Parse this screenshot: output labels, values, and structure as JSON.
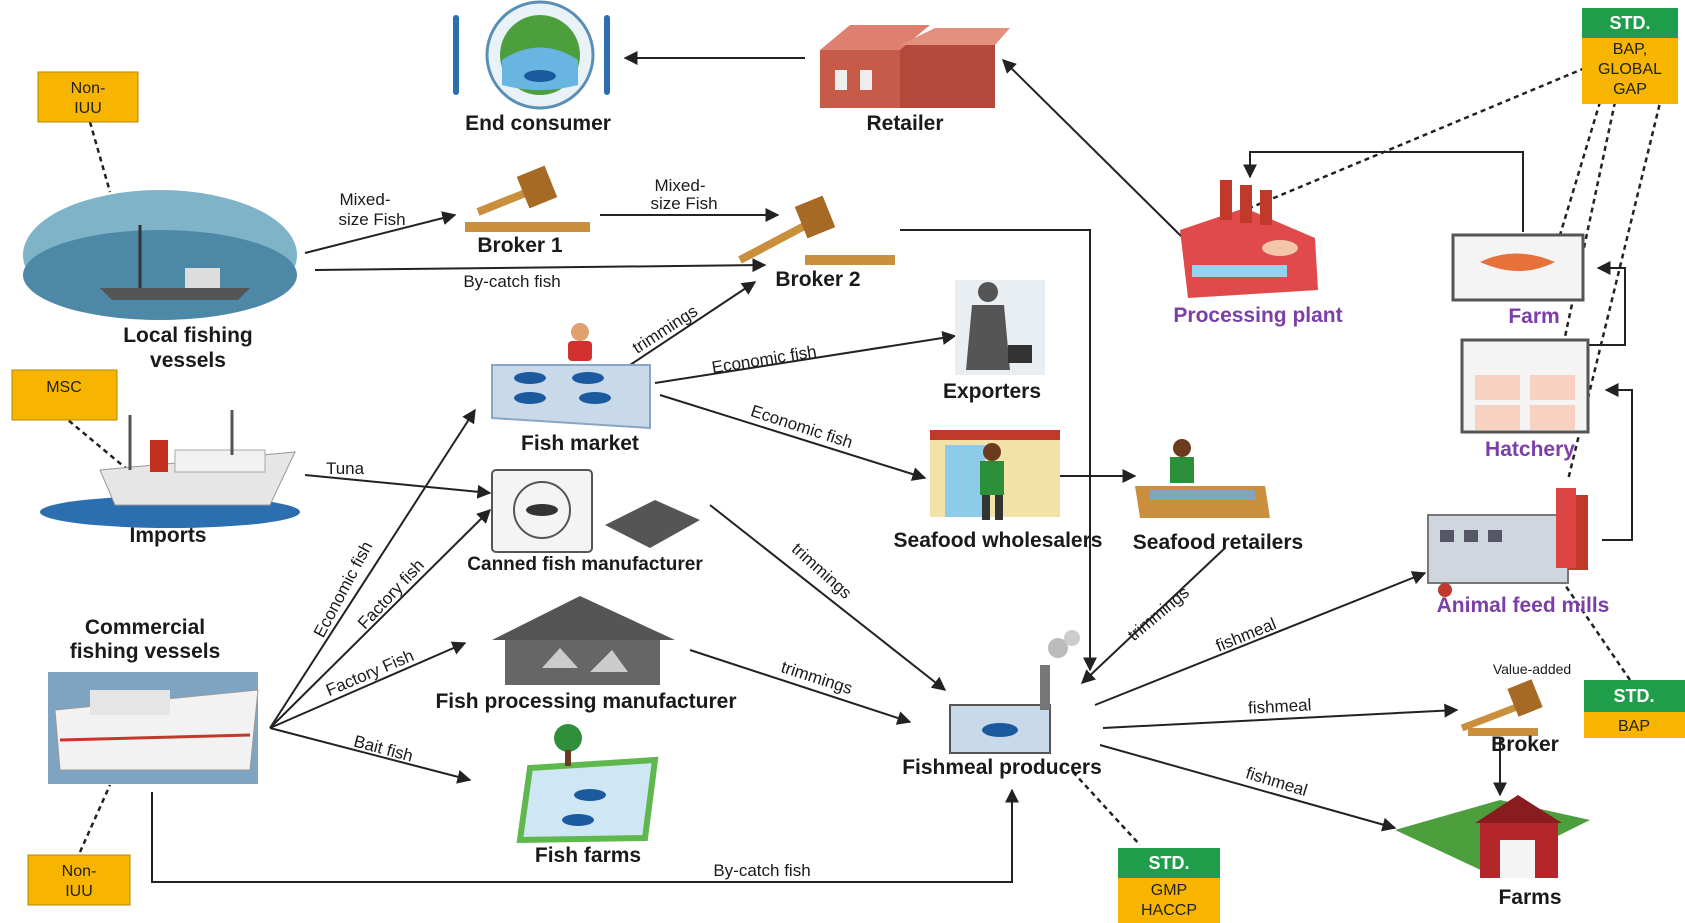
{
  "nodes": {
    "end_consumer": "End consumer",
    "retailer": "Retailer",
    "broker1": "Broker 1",
    "broker2": "Broker 2",
    "local_vessels_line1": "Local fishing",
    "local_vessels_line2": "vessels",
    "fish_market": "Fish market",
    "exporters": "Exporters",
    "imports": "Imports",
    "canned": "Canned fish manufacturer",
    "seafood_wholesalers": "Seafood wholesalers",
    "seafood_retailers": "Seafood retailers",
    "commercial_line1": "Commercial",
    "commercial_line2": "fishing vessels",
    "fish_processing": "Fish processing manufacturer",
    "fish_farms": "Fish farms",
    "fishmeal_producers": "Fishmeal producers",
    "processing_plant": "Processing plant",
    "farm": "Farm",
    "hatchery": "Hatchery",
    "animal_feed_mills": "Animal feed mills",
    "value_added": "Value-added",
    "broker": "Broker",
    "farms": "Farms"
  },
  "edges": {
    "mixed_size_1_line1": "Mixed-",
    "mixed_size_1_line2": "size Fish",
    "mixed_size_2_line1": "Mixed-",
    "mixed_size_2_line2": "size Fish",
    "bycatch_local": "By-catch fish",
    "trimmings_market": "trimmings",
    "economic_exporters": "Economic fish",
    "economic_wholesalers": "Economic fish",
    "tuna": "Tuna",
    "economic_commercial": "Economic fish",
    "factory_canned": "Factory fish",
    "factory_processing": "Factory Fish",
    "bait_fish": "Bait fish",
    "trimmings_canned": "trimmings",
    "trimmings_processing": "trimmings",
    "trimmings_retailers": "trimmings",
    "fishmeal_feed": "fishmeal",
    "fishmeal_broker": "fishmeal",
    "fishmeal_farms": "fishmeal",
    "bycatch_commercial": "By-catch fish"
  },
  "badges": {
    "non_iuu_top": [
      "Non-",
      "IUU"
    ],
    "msc": "MSC",
    "non_iuu_bottom": [
      "Non-",
      "IUU"
    ],
    "std_top": {
      "head": "STD.",
      "body": [
        "BAP,",
        "GLOBAL",
        "GAP"
      ]
    },
    "std_gmp": {
      "head": "STD.",
      "body": [
        "GMP",
        "HACCP"
      ]
    },
    "std_bap": {
      "head": "STD.",
      "body": [
        "BAP"
      ]
    }
  },
  "colors": {
    "badge_yellow": "#f7b500",
    "std_green": "#1e9e4a",
    "purple_label": "#7b3fa6",
    "water": "#2b6fb0"
  }
}
